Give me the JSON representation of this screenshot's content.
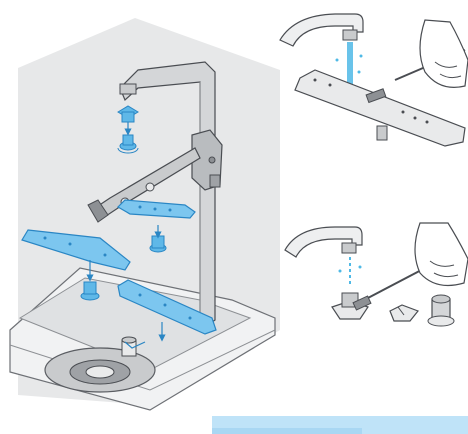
{
  "figure": {
    "panels": [
      "main-assembly",
      "rinse-spray-arm",
      "rinse-filter-parts"
    ]
  },
  "colors": {
    "background": "#ffffff",
    "cabinet_bg": "#e7e8e9",
    "metal_light": "#e9eaeb",
    "metal_mid": "#c9cbcd",
    "metal_dark": "#8d9094",
    "outline": "#4a4d52",
    "blue_part": "#5fb8e8",
    "blue_part_dark": "#2a86c4",
    "water": "#4fb9e6",
    "label_bar": "#bfe3f8"
  },
  "icons": [
    "faucet-icon",
    "brush-icon",
    "hand-icon",
    "water-stream-icon",
    "arrow-icon"
  ]
}
